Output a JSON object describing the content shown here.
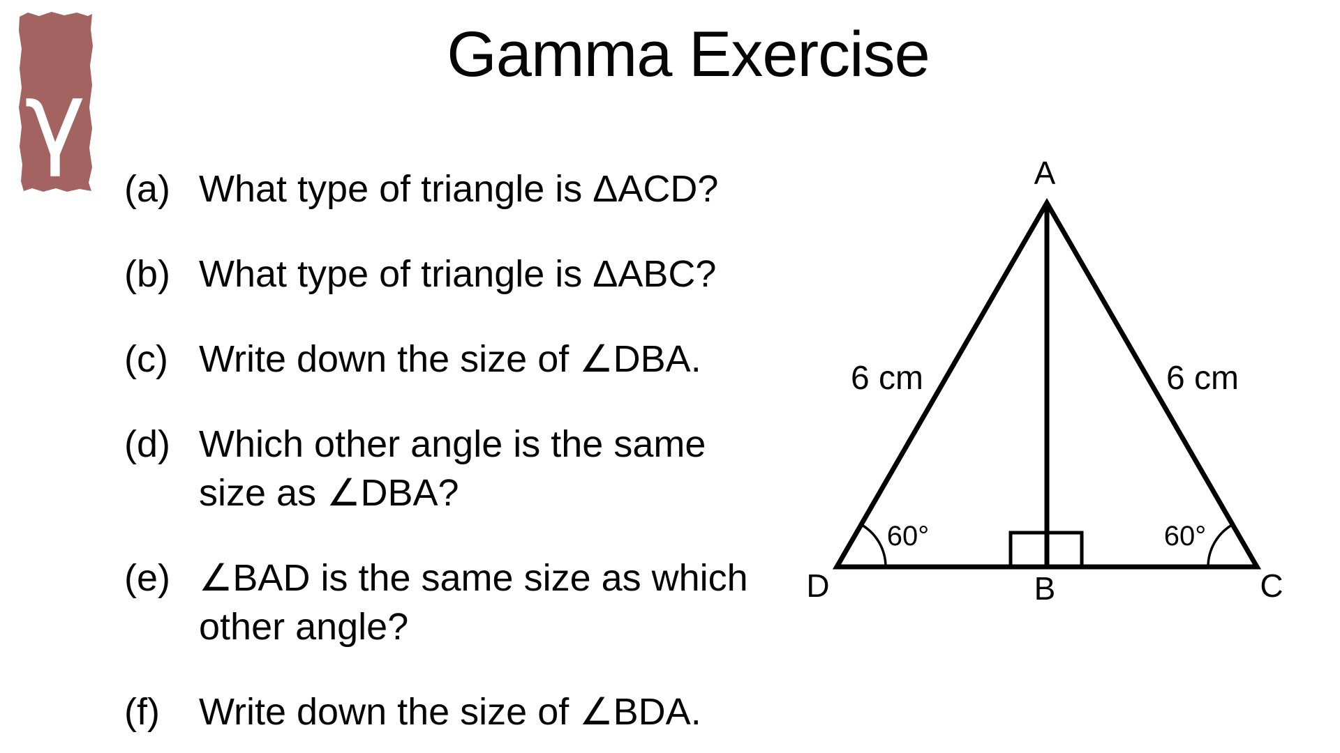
{
  "logo": {
    "glyph": "γ",
    "color": "#a26361"
  },
  "title": "Gamma Exercise",
  "questions": [
    {
      "label": "(a)",
      "text": "What type of triangle is ΔACD?"
    },
    {
      "label": "(b)",
      "text": "What type of triangle is ΔABC?"
    },
    {
      "label": "(c)",
      "text": "Write down the size of ∠DBA."
    },
    {
      "label": "(d)",
      "text": "Which other angle is the same\nsize as ∠DBA?"
    },
    {
      "label": "(e)",
      "text": "∠BAD is the same size as which\nother angle?"
    },
    {
      "label": "(f)",
      "text": "Write down the size of ∠BDA."
    }
  ],
  "diagram": {
    "label_a": "A",
    "label_b": "B",
    "label_c": "C",
    "label_d": "D",
    "side_left": "6 cm",
    "side_right": "6 cm",
    "angle_d": "60°",
    "angle_c": "60°"
  }
}
